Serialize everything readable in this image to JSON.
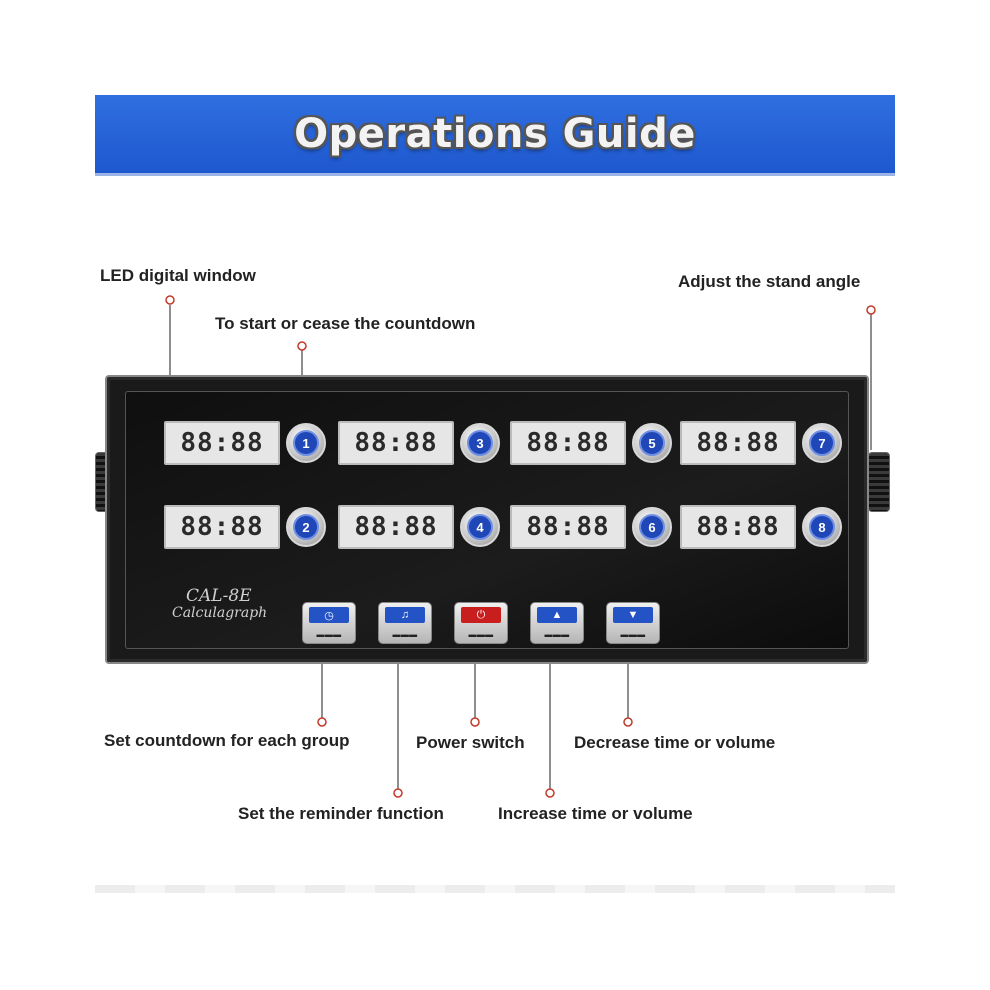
{
  "banner": {
    "title": "Operations Guide",
    "bg_color": "#2f6fe0"
  },
  "labels": {
    "led_window": "LED digital window",
    "start_stop": "To start or cease the countdown",
    "stand_angle": "Adjust the stand angle",
    "set_countdown": "Set countdown for each group",
    "power_switch": "Power switch",
    "decrease": "Decrease time or volume",
    "reminder": "Set the reminder function",
    "increase": "Increase time or volume"
  },
  "device": {
    "model": "CAL-8E",
    "subtitle": "Calculagraph",
    "timers": [
      {
        "number": "1",
        "display": "88:88"
      },
      {
        "number": "3",
        "display": "88:88"
      },
      {
        "number": "5",
        "display": "88:88"
      },
      {
        "number": "7",
        "display": "88:88"
      },
      {
        "number": "2",
        "display": "88:88"
      },
      {
        "number": "4",
        "display": "88:88"
      },
      {
        "number": "6",
        "display": "88:88"
      },
      {
        "number": "8",
        "display": "88:88"
      }
    ],
    "function_buttons": [
      {
        "icon": "clock-icon",
        "symbol": "◷",
        "color": "#2453c6"
      },
      {
        "icon": "bell-icon",
        "symbol": "♫",
        "color": "#2453c6"
      },
      {
        "icon": "power-icon",
        "symbol": "⏻",
        "color": "#c81e1e"
      },
      {
        "icon": "up-triangle-icon",
        "symbol": "▲",
        "color": "#2453c6"
      },
      {
        "icon": "down-triangle-icon",
        "symbol": "▼",
        "color": "#2453c6"
      }
    ]
  }
}
